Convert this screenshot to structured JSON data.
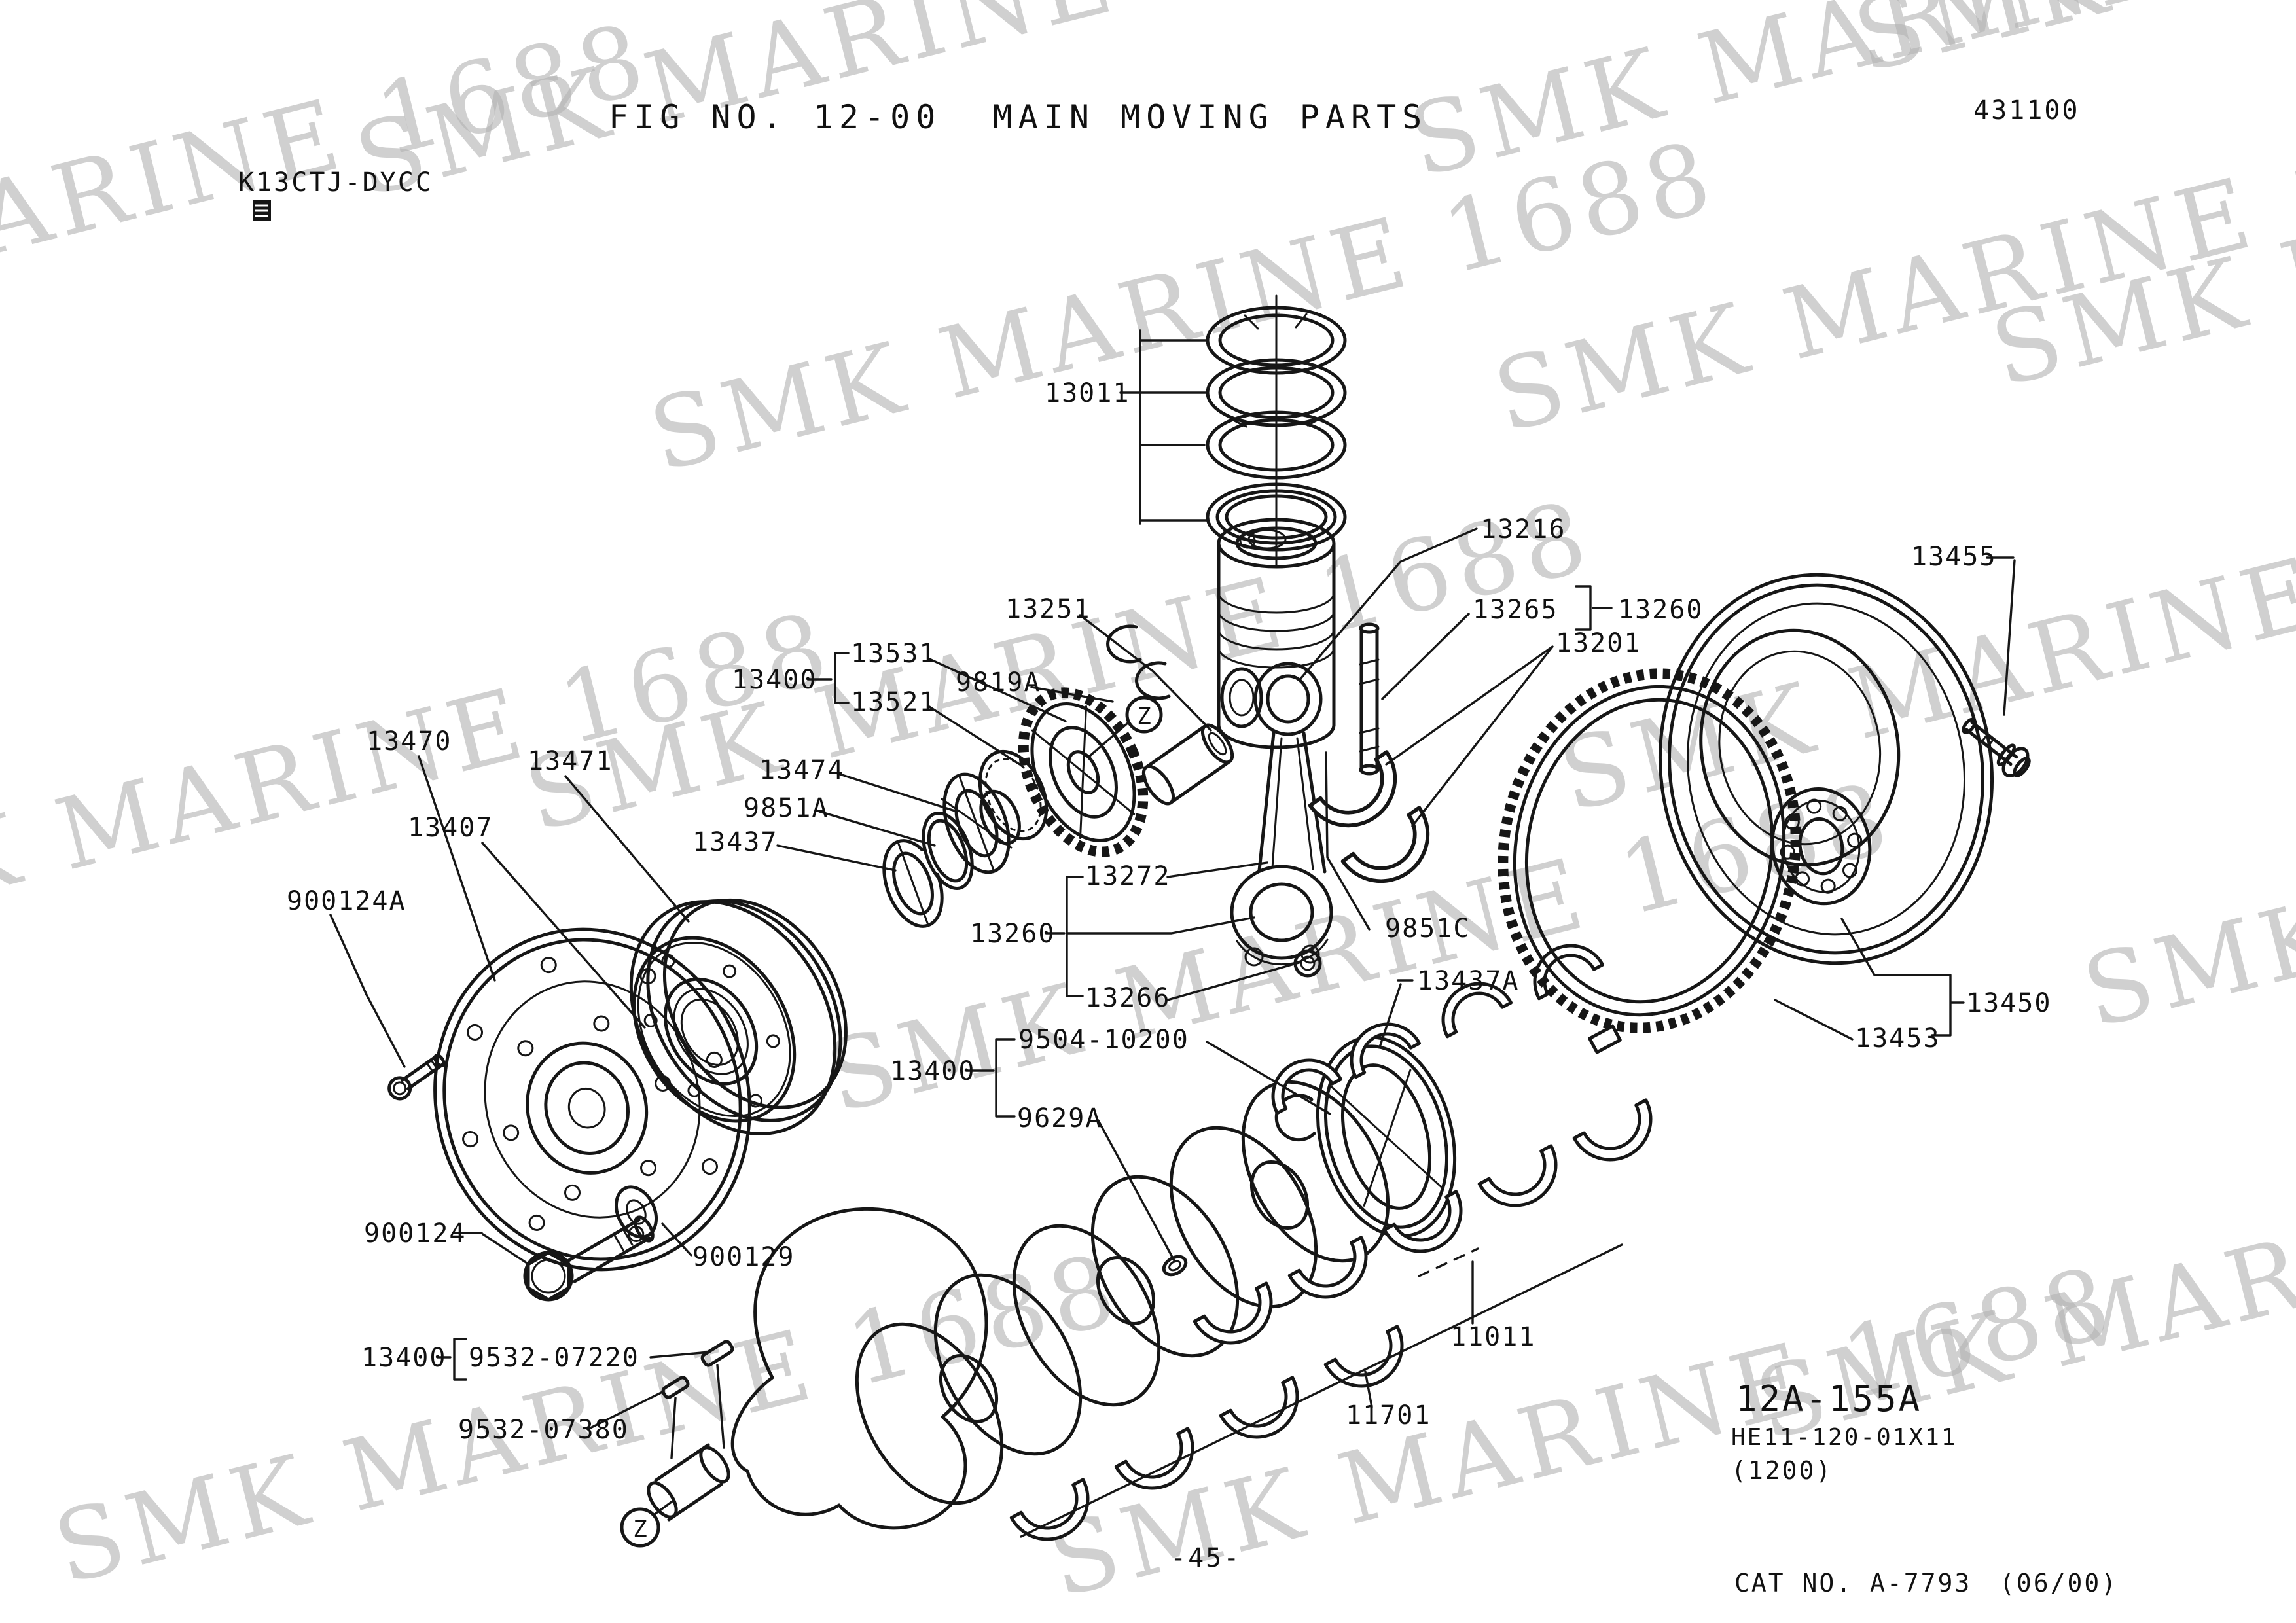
{
  "page": {
    "title": "FIG NO. 12-00  MAIN MOVING PARTS",
    "doc_number": "431100",
    "model_code": "K13CTJ-DYCC",
    "page_number": "-45-",
    "figure_ref": "12A-155A",
    "figure_detail": "HE11-120-01X11",
    "figure_detail2": "(1200)",
    "catalog_no": "CAT NO. A-7793",
    "catalog_date": "(06/00)",
    "watermark": "SMK MARINE 1688"
  },
  "labels": {
    "n13011": "13011",
    "n13216": "13216",
    "n13251": "13251",
    "n9819a": "9819A",
    "n13265": "13265",
    "n13260": "13260",
    "n13201": "13201",
    "n13455": "13455",
    "n13400": "13400",
    "n13531": "13531",
    "n13521": "13521",
    "n13474": "13474",
    "n9851a": "9851A",
    "n13437": "13437",
    "n13470": "13470",
    "n13471": "13471",
    "n13407": "13407",
    "n900124a": "900124A",
    "n13272": "13272",
    "n13266": "13266",
    "n9851c": "9851C",
    "n13437a": "13437A",
    "n9504": "9504-10200",
    "n9629a": "9629A",
    "n13450": "13450",
    "n13453": "13453",
    "n900124": "900124",
    "n900129": "900129",
    "n9532a": "9532-07220",
    "n9532b": "9532-07380",
    "n11011": "11011",
    "n11701": "11701",
    "z": "Z"
  }
}
